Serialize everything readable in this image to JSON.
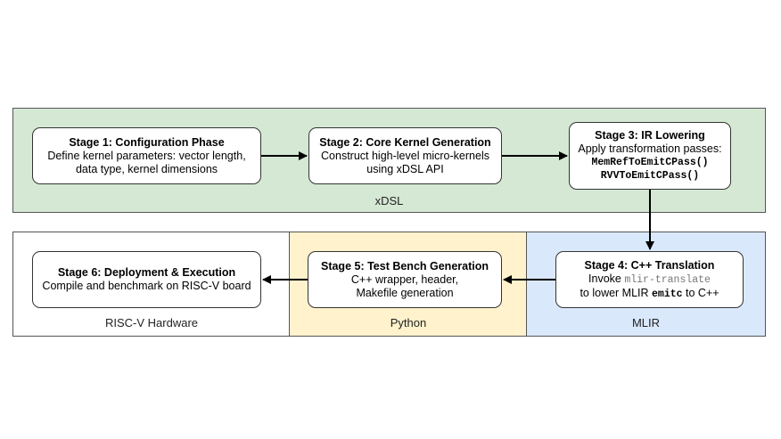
{
  "regions": {
    "xdsl": {
      "label": "xDSL",
      "color": "#d5e8d4"
    },
    "risc_v": {
      "label": "RISC-V Hardware",
      "color": "#ffffff"
    },
    "python": {
      "label": "Python",
      "color": "#fff2cc"
    },
    "mlir": {
      "label": "MLIR",
      "color": "#dae8fc"
    }
  },
  "stages": {
    "s1": {
      "title": "Stage 1: Configuration Phase",
      "line1": "Define kernel parameters: vector length,",
      "line2": "data type, kernel dimensions"
    },
    "s2": {
      "title": "Stage 2: Core Kernel Generation",
      "line1": "Construct high-level micro-kernels",
      "line2": "using xDSL API"
    },
    "s3": {
      "title": "Stage 3: IR Lowering",
      "line1": "Apply transformation passes:",
      "pass1": "MemRefToEmitCPass()",
      "pass2": "RVVToEmitCPass()"
    },
    "s4": {
      "title": "Stage 4: C++ Translation",
      "invoke": "Invoke",
      "tool": "mlir-translate",
      "lower_pre": "to lower MLIR",
      "dialect": "emitc",
      "lower_post": "to C++"
    },
    "s5": {
      "title": "Stage 5: Test Bench Generation",
      "line1": "C++ wrapper, header,",
      "line2": "Makefile generation"
    },
    "s6": {
      "title": "Stage 6: Deployment & Execution",
      "line1": "Compile and benchmark on RISC-V board"
    }
  }
}
